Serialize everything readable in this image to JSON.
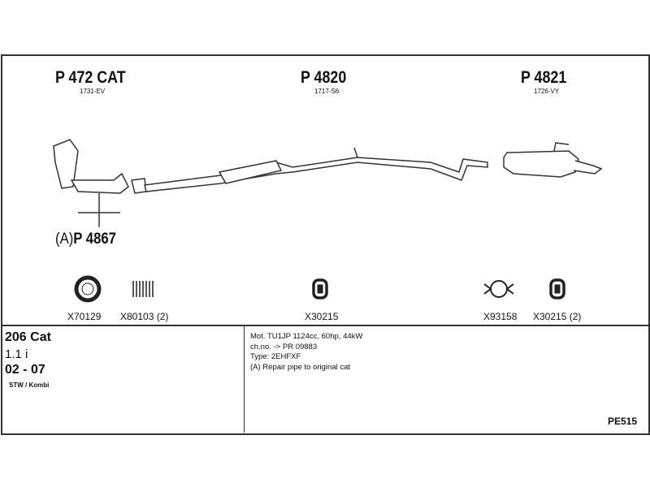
{
  "parts": [
    {
      "number": "P 472 CAT",
      "code": "1731-EV"
    },
    {
      "number": "P 4820",
      "code": "1717-S6"
    },
    {
      "number": "P 4821",
      "code": "1726-VY"
    }
  ],
  "repair_pipe": {
    "prefix": "(A)",
    "number": "P 4867"
  },
  "accessories": [
    {
      "label": "X70129",
      "icon": "ring-gasket"
    },
    {
      "label": "X80103 (2)",
      "icon": "spring"
    },
    {
      "label": "X30215",
      "icon": "rubber-hanger"
    },
    {
      "label": "X93158",
      "icon": "clamp"
    },
    {
      "label": "X30215 (2)",
      "icon": "rubber-hanger"
    }
  ],
  "vehicle": {
    "model": "206 Cat",
    "engine": "1.1 i",
    "years": "02 - 07",
    "body": "STW / Kombi"
  },
  "notes": [
    "Mot. TU1JP 1124cc, 60hp, 44kW",
    "ch.no. -> PR 09883",
    "Type: 2EHFXF",
    "(A) Repair pipe to original cat"
  ],
  "diagram_id": "PE515"
}
